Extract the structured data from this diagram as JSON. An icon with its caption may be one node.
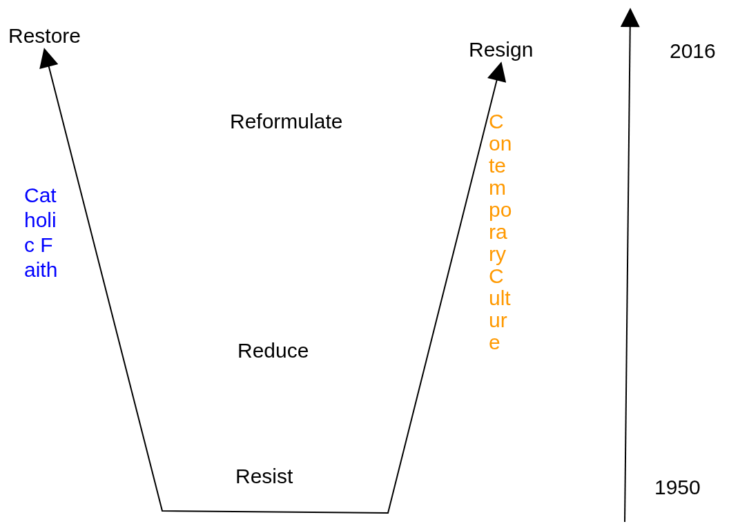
{
  "diagram": {
    "nodes": [
      {
        "text": [
          "Restore"
        ]
      },
      {
        "text": [
          "Resign"
        ]
      }
    ],
    "edges": [
      {
        "from": 0,
        "to": 1,
        "arrow": "both"
      }
    ],
    "labels": [
      "2016",
      "Reformulate",
      "Catholic Faith",
      "Contemporary Culture",
      "Reduce",
      "Resist",
      "1950"
    ]
  }
}
